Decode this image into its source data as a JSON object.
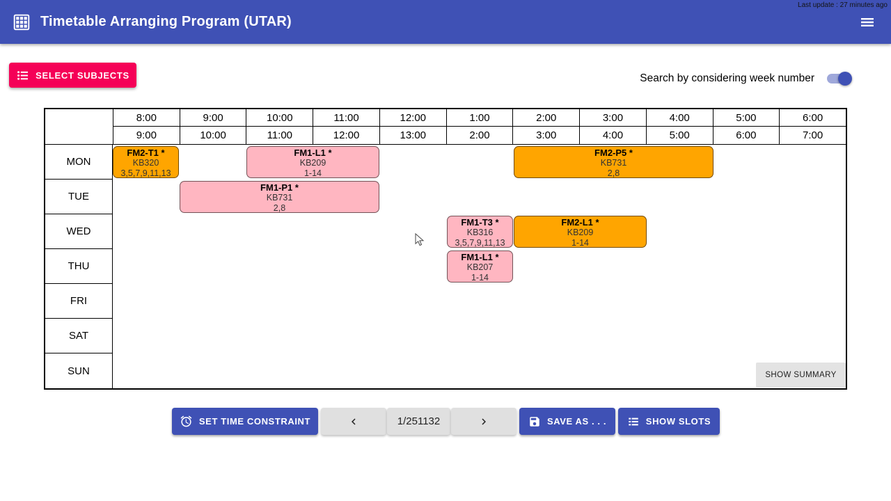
{
  "colors": {
    "primary": "#3f51b5",
    "accent": "#f50057",
    "block_orange": "#ffa500",
    "block_pink": "#ffb6c1",
    "btn_gray": "#e0e0e0"
  },
  "appbar": {
    "title": "Timetable Arranging Program (UTAR)",
    "last_update": "Last update : 27 minutes ago",
    "app_icon": "grid-icon",
    "menu_icon": "hamburger-icon"
  },
  "toolbar_top": {
    "select_subjects_label": "SELECT SUBJECTS",
    "select_subjects_icon": "list-icon",
    "week_toggle_label": "Search by considering week number",
    "week_toggle_state": "on"
  },
  "timetable": {
    "start_times": [
      "8:00",
      "9:00",
      "10:00",
      "11:00",
      "12:00",
      "1:00",
      "2:00",
      "3:00",
      "4:00",
      "5:00",
      "6:00"
    ],
    "end_times": [
      "9:00",
      "10:00",
      "11:00",
      "12:00",
      "13:00",
      "2:00",
      "3:00",
      "4:00",
      "5:00",
      "6:00",
      "7:00"
    ],
    "days": [
      "MON",
      "TUE",
      "WED",
      "THU",
      "FRI",
      "SAT",
      "SUN"
    ],
    "blocks": [
      {
        "title": "FM2-T1 *",
        "room": "KB320",
        "weeks": "3,5,7,9,11,13",
        "day": "MON",
        "start": "8:00",
        "end": "9:00",
        "color": "orange"
      },
      {
        "title": "FM1-L1 *",
        "room": "KB209",
        "weeks": "1-14",
        "day": "MON",
        "start": "10:00",
        "end": "12:00",
        "color": "pink"
      },
      {
        "title": "FM2-P5 *",
        "room": "KB731",
        "weeks": "2,8",
        "day": "MON",
        "start": "2:00",
        "end": "5:00",
        "color": "orange"
      },
      {
        "title": "FM1-P1 *",
        "room": "KB731",
        "weeks": "2,8",
        "day": "TUE",
        "start": "9:00",
        "end": "12:00",
        "color": "pink"
      },
      {
        "title": "FM1-T3 *",
        "room": "KB316",
        "weeks": "3,5,7,9,11,13",
        "day": "WED",
        "start": "1:00",
        "end": "2:00",
        "color": "pink"
      },
      {
        "title": "FM2-L1 *",
        "room": "KB209",
        "weeks": "1-14",
        "day": "WED",
        "start": "2:00",
        "end": "4:00",
        "color": "orange"
      },
      {
        "title": "FM1-L1 *",
        "room": "KB207",
        "weeks": "1-14",
        "day": "THU",
        "start": "1:00",
        "end": "2:00",
        "color": "pink"
      }
    ],
    "show_summary_label": "SHOW SUMMARY"
  },
  "toolbar_bottom": {
    "set_time_constraint_label": "SET TIME CONSTRAINT",
    "set_time_constraint_icon": "alarm-icon",
    "prev_icon": "chevron-left-icon",
    "page_indicator": "1/251132",
    "next_icon": "chevron-right-icon",
    "save_as_label": "SAVE AS . . .",
    "save_as_icon": "save-icon",
    "show_slots_label": "SHOW SLOTS",
    "show_slots_icon": "list-icon"
  }
}
